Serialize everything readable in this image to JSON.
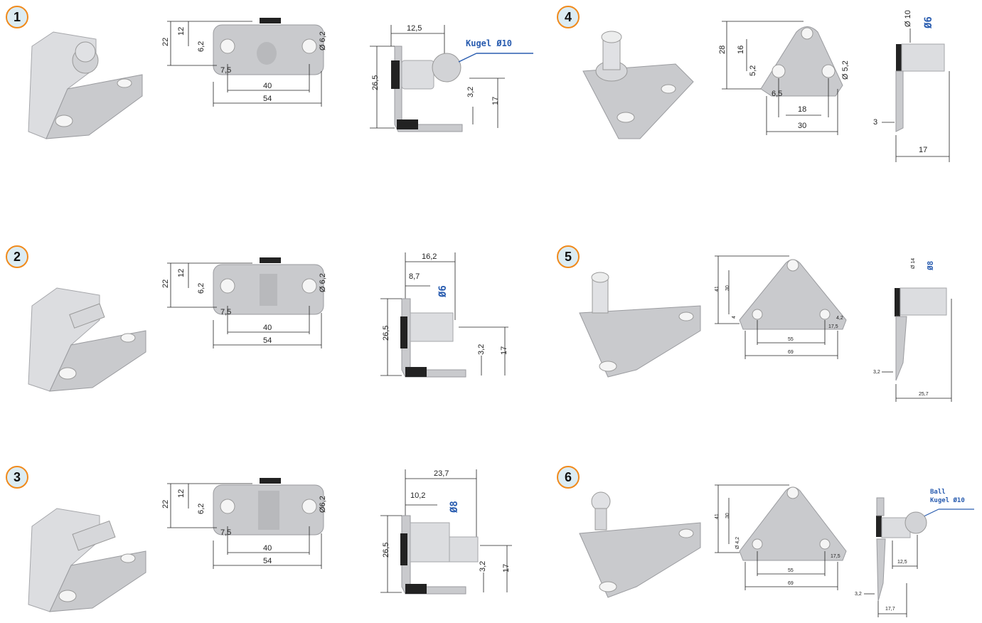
{
  "panels": [
    {
      "id": "1",
      "badge": "1",
      "dims_front": {
        "h1": "22",
        "h2": "12",
        "hole_h": "6,2",
        "hole_d": "Ø 6,2",
        "edge": "7,5",
        "w1": "40",
        "w2": "54"
      },
      "dims_side": {
        "top": "12,5",
        "height": "26,5",
        "small": "3,2",
        "base": "17",
        "callout": "Kugel Ø10"
      }
    },
    {
      "id": "2",
      "badge": "2",
      "dims_front": {
        "h1": "22",
        "h2": "12",
        "hole_h": "6,2",
        "hole_d": "Ø 6,2",
        "edge": "7,5",
        "w1": "40",
        "w2": "54"
      },
      "dims_side": {
        "top": "16,2",
        "mid": "8,7",
        "height": "26,5",
        "small": "3,2",
        "base": "17",
        "pin": "Ø6"
      }
    },
    {
      "id": "3",
      "badge": "3",
      "dims_front": {
        "h1": "22",
        "h2": "12",
        "hole_h": "6,2",
        "hole_d": "Ø6,2",
        "edge": "7,5",
        "w1": "40",
        "w2": "54"
      },
      "dims_side": {
        "top": "23,7",
        "mid": "10,2",
        "height": "26,5",
        "small": "3,2",
        "base": "17",
        "pin": "Ø8"
      }
    },
    {
      "id": "4",
      "badge": "4",
      "dims_front": {
        "h1": "28",
        "h2": "16",
        "hole_h": "5,2",
        "hole_d": "Ø 5,2",
        "edge": "6,5",
        "w1": "18",
        "w2": "30"
      },
      "dims_side": {
        "top_dia": "Ø 10",
        "pin": "Ø6",
        "thick": "3",
        "base": "17"
      }
    },
    {
      "id": "5",
      "badge": "5",
      "dims_front": {
        "h1": "41",
        "h2": "30",
        "hole_h": "4",
        "hole_d": "4,2",
        "edge": "17,5",
        "w1": "55",
        "w2": "69"
      },
      "dims_side": {
        "top_dia": "Ø 14",
        "pin": "Ø8",
        "thick": "3,2",
        "base": "25,7"
      }
    },
    {
      "id": "6",
      "badge": "6",
      "dims_front": {
        "h1": "41",
        "h2": "30",
        "hole_h": "Ø 4,2",
        "edge": "17,5",
        "w1": "55",
        "w2": "69"
      },
      "dims_side": {
        "callout1": "Ball",
        "callout2": "Kugel Ø10",
        "top": "12,5",
        "thick": "3,2",
        "base": "17,7"
      }
    }
  ],
  "colors": {
    "badge_border": "#f08a1c",
    "badge_fill": "#dcecf3",
    "callout_blue": "#2a5db0"
  }
}
